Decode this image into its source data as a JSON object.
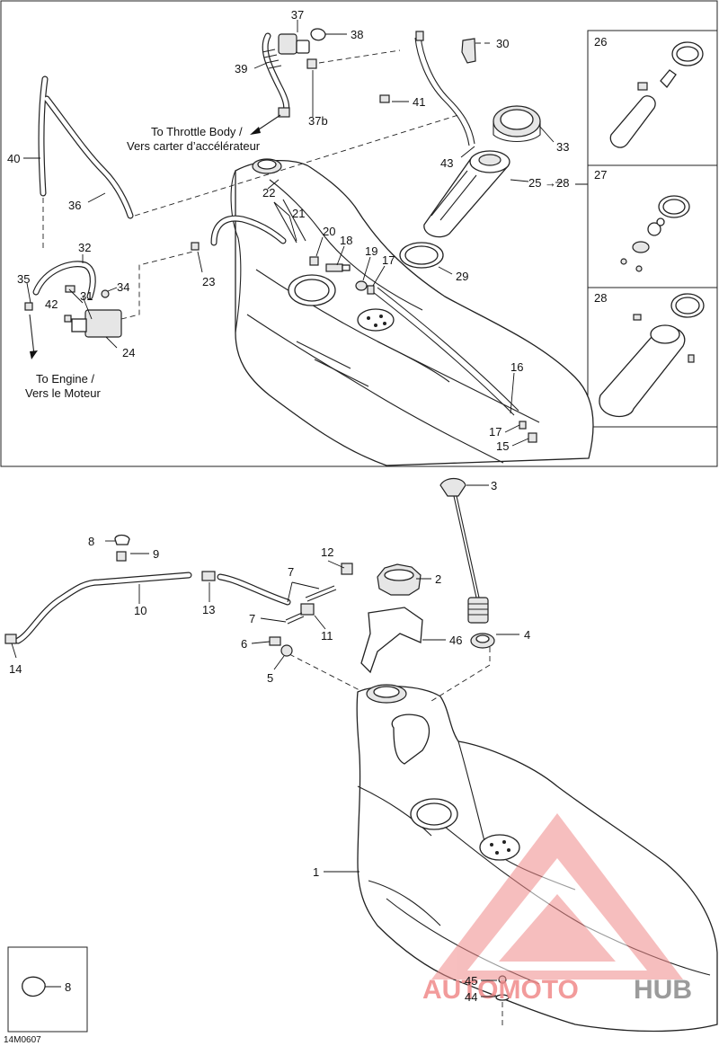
{
  "labels": {
    "p1": "1",
    "p2": "2",
    "p3": "3",
    "p4": "4",
    "p5": "5",
    "p6": "6",
    "p7a": "7",
    "p7b": "7",
    "p8a": "8",
    "p8b": "8",
    "p9": "9",
    "p10": "10",
    "p11": "11",
    "p12": "12",
    "p13": "13",
    "p14": "14",
    "p15": "15",
    "p16": "16",
    "p17a": "17",
    "p17b": "17",
    "p18": "18",
    "p19": "19",
    "p20": "20",
    "p21": "21",
    "p22": "22",
    "p23": "23",
    "p24": "24",
    "p25": "25",
    "p26": "26",
    "p27": "27",
    "p28": "28",
    "p28box": "28",
    "p29": "29",
    "p30": "30",
    "p31": "31",
    "p32": "32",
    "p33": "33",
    "p34": "34",
    "p35": "35",
    "p36": "36",
    "p37": "37",
    "p37b": "37b",
    "p38": "38",
    "p39": "39",
    "p40": "40",
    "p41": "41",
    "p42": "42",
    "p43": "43",
    "p44": "44",
    "p45": "45",
    "p46": "46"
  },
  "notes": {
    "throttle_line1": "To Throttle Body /",
    "throttle_line2": "Vers carter d’accélérateur",
    "engine_line1": "To Engine /",
    "engine_line2": "Vers le Moteur"
  },
  "diagram_code": "14M0607",
  "watermark": {
    "text_a": "AUTOMOTO",
    "text_b": "HUB",
    "color_a": "#f08a8a",
    "color_b": "#8a8a8a"
  }
}
